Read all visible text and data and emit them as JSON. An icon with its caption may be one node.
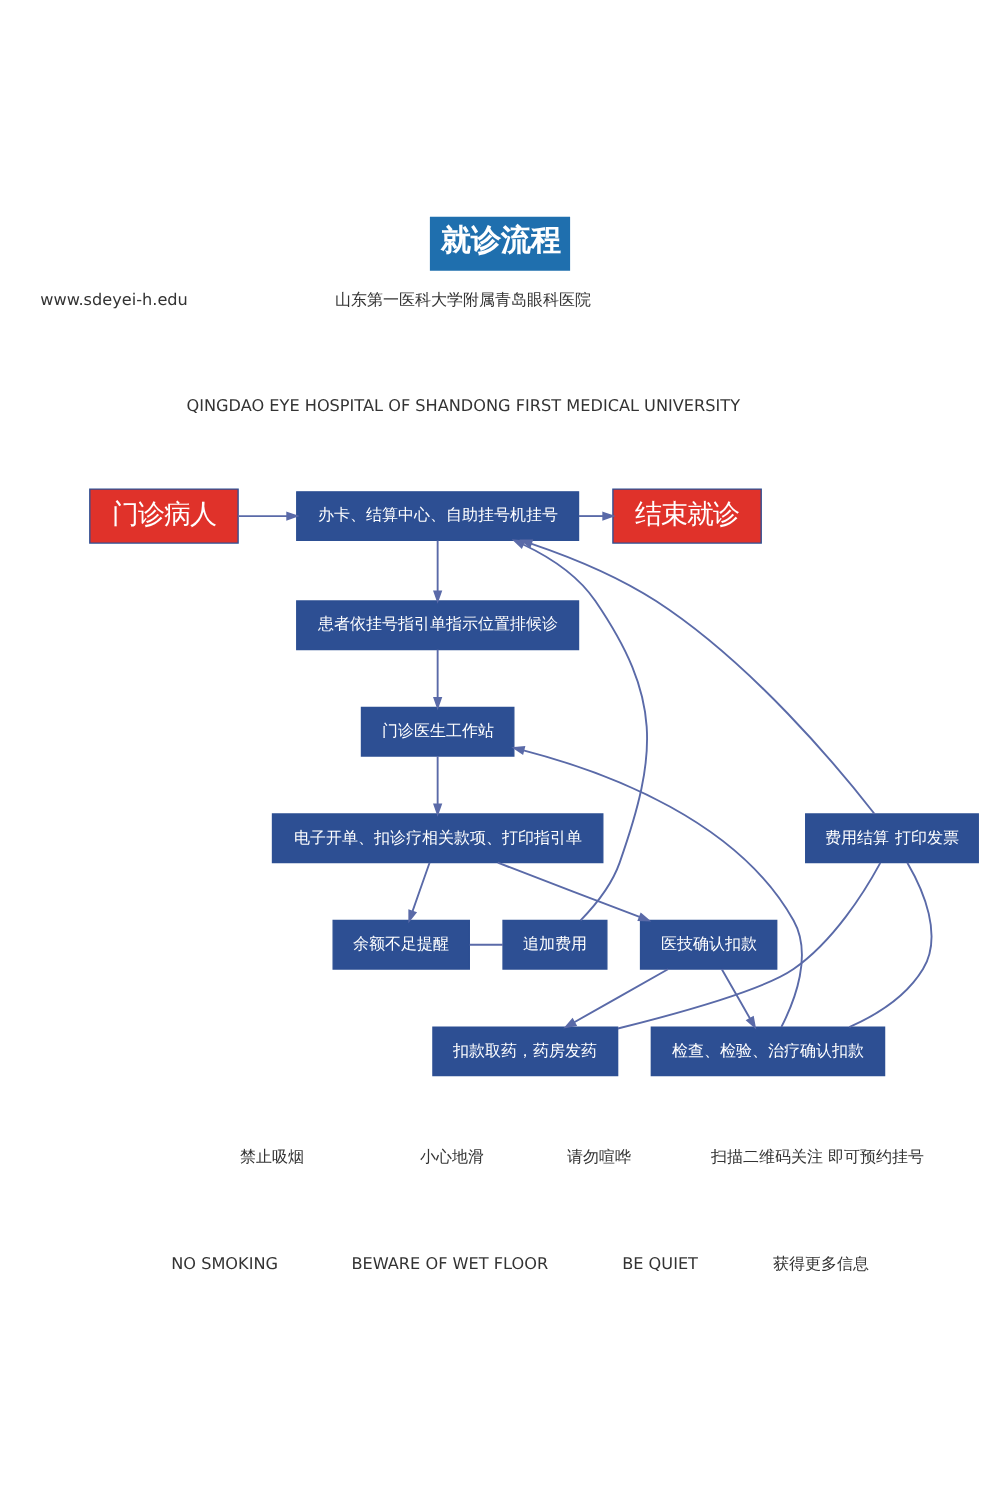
{
  "diagram": {
    "title": "就诊流程",
    "nodes": [
      {
        "text": [
          "门诊病人"
        ]
      },
      {
        "text": [
          "办卡、结算中心、自助挂号机挂号"
        ]
      },
      {
        "text": [
          "结束就诊"
        ]
      },
      {
        "text": [
          "患者依挂号指引单指示位置排候诊"
        ]
      },
      {
        "text": [
          "追加费用"
        ]
      },
      {
        "text": [
          "门诊医生工作站"
        ]
      },
      {
        "text": [
          "电子开单、扣诊疗相关款项、打印指引单"
        ]
      },
      {
        "text": [
          "余额不足提醒"
        ]
      },
      {
        "text": [
          "费用结算 打印发票"
        ]
      },
      {
        "text": [
          "医技确认扣款"
        ]
      },
      {
        "text": [
          "扣款取药，药房发药"
        ]
      },
      {
        "text": [
          "检查、检验、治疗确认扣款"
        ]
      }
    ],
    "edges": [
      {
        "from": 0,
        "to": 1,
        "arrow": "to"
      },
      {
        "from": 1,
        "to": 2,
        "arrow": "to"
      },
      {
        "from": 1,
        "to": 3,
        "arrow": "to"
      },
      {
        "from": 3,
        "to": 5,
        "arrow": "to"
      },
      {
        "from": 5,
        "to": 6,
        "arrow": "to"
      },
      {
        "from": 6,
        "to": 7,
        "arrow": "to"
      },
      {
        "from": 7,
        "to": 4,
        "arrow": "none"
      },
      {
        "from": 4,
        "to": 1,
        "arrow": "to"
      },
      {
        "from": 6,
        "to": 9,
        "arrow": "to"
      },
      {
        "from": 9,
        "to": 10,
        "arrow": "to"
      },
      {
        "from": 9,
        "to": 11,
        "arrow": "to"
      },
      {
        "from": 11,
        "to": 5,
        "arrow": "to"
      },
      {
        "from": 10,
        "to": 8,
        "arrow": "none"
      },
      {
        "from": 11,
        "to": 8,
        "arrow": "none"
      },
      {
        "from": 8,
        "to": 1,
        "arrow": "to"
      }
    ],
    "labels": [
      "www.sdeyei-h.edu",
      "山东第一医科大学附属青岛眼科医院",
      "QINGDAO EYE HOSPITAL OF SHANDONG FIRST MEDICAL UNIVERSITY",
      "禁止吸烟",
      "NO SMOKING",
      "小心地滑",
      "BEWARE OF WET FLOOR",
      "请勿喧哗",
      "BE QUIET",
      "扫描二维码关注 即可预约挂号",
      "获得更多信息"
    ]
  }
}
